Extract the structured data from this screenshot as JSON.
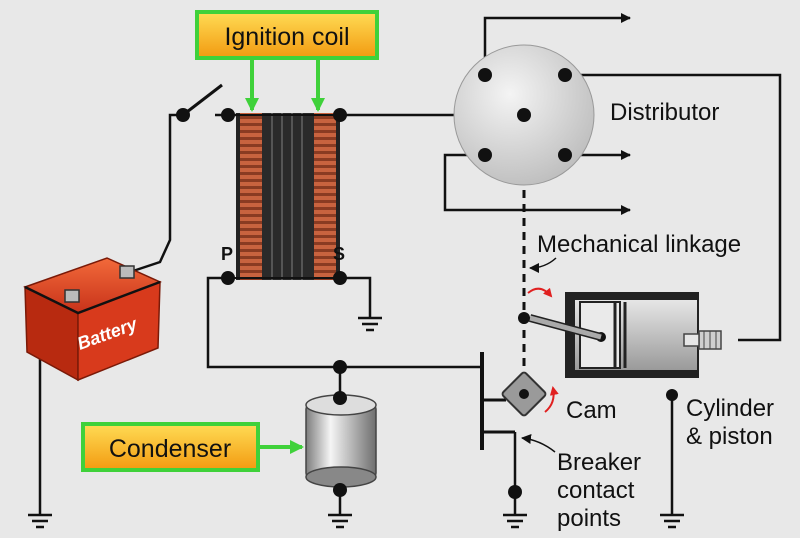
{
  "labels": {
    "ignition_coil": "Ignition coil",
    "distributor": "Distributor",
    "mechanical_linkage": "Mechanical linkage",
    "cam": "Cam",
    "cylinder_piston_line1": "Cylinder",
    "cylinder_piston_line2": "& piston",
    "breaker_line1": "Breaker",
    "breaker_line2": "contact",
    "breaker_line3": "points",
    "condenser": "Condenser",
    "battery": "Battery",
    "coil_primary": "P",
    "coil_secondary": "S"
  },
  "colors": {
    "background": "#e8e8e8",
    "callout_fill_top": "#ffd23c",
    "callout_fill_bottom": "#f39c12",
    "callout_border": "#3fd13a",
    "callout_arrow": "#3fd13a",
    "coil_copper": "#b4553a",
    "coil_dark": "#2a2a2a",
    "battery_red": "#d83a1c",
    "rotation_arrow": "#e02020",
    "wire": "#111111"
  }
}
